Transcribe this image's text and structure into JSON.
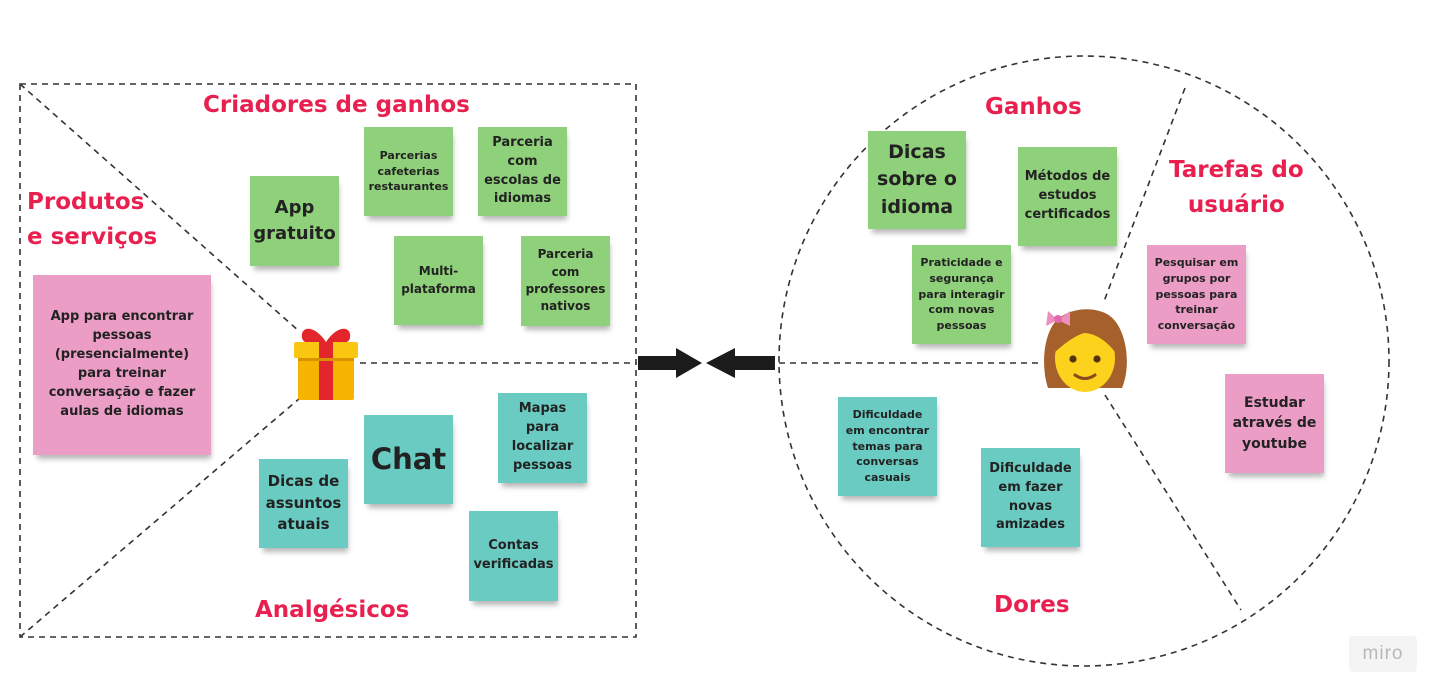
{
  "value_map": {
    "titles": {
      "gain_creators": "Criadores de ganhos",
      "products_services": "Produtos\ne serviços",
      "pain_relievers": "Analgésicos"
    },
    "notes": [
      {
        "text": "App para encontrar\npessoas\n(presencialmente)\npara treinar\nconversação e fazer\naulas de idiomas",
        "color": "pink"
      },
      {
        "text": "App\ngratuito",
        "color": "green"
      },
      {
        "text": "Parcerias\ncafeterias\nrestaurantes",
        "color": "green"
      },
      {
        "text": "Parceria\ncom\nescolas de\nidiomas",
        "color": "green"
      },
      {
        "text": "Multi-\nplataforma",
        "color": "green"
      },
      {
        "text": "Parceria\ncom\nprofessores\nnativos",
        "color": "green"
      },
      {
        "text": "Chat",
        "color": "teal"
      },
      {
        "text": "Mapas\npara\nlocalizar\npessoas",
        "color": "teal"
      },
      {
        "text": "Dicas de\nassuntos\natuais",
        "color": "teal"
      },
      {
        "text": "Contas\nverificadas",
        "color": "teal"
      }
    ],
    "icon": "gift-icon"
  },
  "customer_profile": {
    "titles": {
      "gains": "Ganhos",
      "customer_jobs": "Tarefas do\nusuário",
      "pains": "Dores"
    },
    "notes": [
      {
        "text": "Dicas\nsobre o\nidioma",
        "color": "green"
      },
      {
        "text": "Métodos de\nestudos\ncertificados",
        "color": "green"
      },
      {
        "text": "Praticidade e\nsegurança\npara interagir\ncom novas\npessoas",
        "color": "green"
      },
      {
        "text": "Pesquisar em\ngrupos por\npessoas para\ntreinar\nconversação",
        "color": "pink"
      },
      {
        "text": "Estudar\natravés de\nyoutube",
        "color": "pink"
      },
      {
        "text": "Dificuldade\nem encontrar\ntemas para\nconversas\ncasuais",
        "color": "teal"
      },
      {
        "text": "Dificuldade\nem fazer\nnovas\namizades",
        "color": "teal"
      }
    ],
    "icon": "girl-avatar-icon"
  },
  "fit_arrows": [
    "arrow-right-icon",
    "arrow-left-icon"
  ],
  "colors": {
    "title": "#e8204f",
    "green": "#8fd07a",
    "teal": "#6acbc2",
    "pink": "#eb9dc6",
    "outline": "#333333"
  },
  "watermark": "miro"
}
